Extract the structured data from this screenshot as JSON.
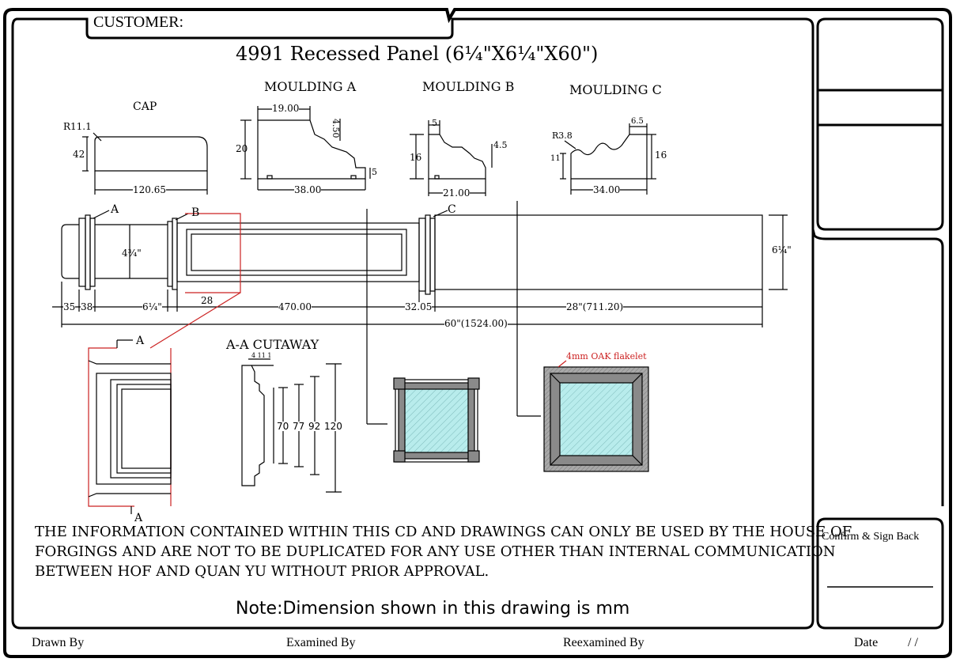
{
  "frame": {
    "customer_label": "CUSTOMER:"
  },
  "drawing": {
    "title": "4991 Recessed Panel (6¼\"X6¼\"X60\")",
    "cap": {
      "label": "CAP",
      "radius": "R11.1",
      "height": "42",
      "width": "120.65"
    },
    "moulding_a": {
      "label": "MOULDING A",
      "top": "19.00",
      "height": "20",
      "step": "4.50",
      "foot": "5",
      "width": "38.00"
    },
    "moulding_b": {
      "label": "MOULDING B",
      "top": "5",
      "height": "16",
      "step": "4.5",
      "width": "21.00"
    },
    "moulding_c": {
      "label": "MOULDING C",
      "radius": "R3.8",
      "top": "6.5",
      "left_h": "11",
      "height": "16",
      "width": "34.00"
    },
    "elevation": {
      "mark_a": "A",
      "mark_b": "B",
      "mark_c": "C",
      "neck_width": "4¾\"",
      "post_width": "6¼\"",
      "dims": [
        "35",
        "38",
        "6¼\"",
        "28",
        "470.00",
        "32.05",
        "28\"(711.20)"
      ],
      "overall": "60\"(1524.00)"
    },
    "detail_marks": [
      "A",
      "A"
    ],
    "cutaway": {
      "label": "A-A CUTAWAY",
      "top_dims": "4 11 1",
      "dims": [
        "70",
        "77",
        "92",
        "120"
      ]
    },
    "flakelet_label": "4mm OAK flakelet",
    "disclaimer": [
      "THE INFORMATION CONTAINED WITHIN THIS CD AND DRAWINGS CAN ONLY BE USED BY THE HOUSE OF",
      "FORGINGS AND ARE NOT TO BE DUPLICATED FOR ANY USE OTHER THAN INTERNAL COMMUNICATION",
      "BETWEEN HOF AND QUAN YU WITHOUT PRIOR APPROVAL."
    ],
    "note": "Note:Dimension shown in this drawing is mm"
  },
  "title_block": {
    "confirm_label": "Confirm & Sign Back",
    "drawn_by": "Drawn By",
    "examined_by": "Examined By",
    "reexamined_by": "Reexamined By",
    "date_label": "Date",
    "date_value": "/   /"
  },
  "colors": {
    "line": "#000000",
    "section": "#cc2222",
    "glass": "#b8ecec",
    "wood": "#9a9a9a"
  }
}
